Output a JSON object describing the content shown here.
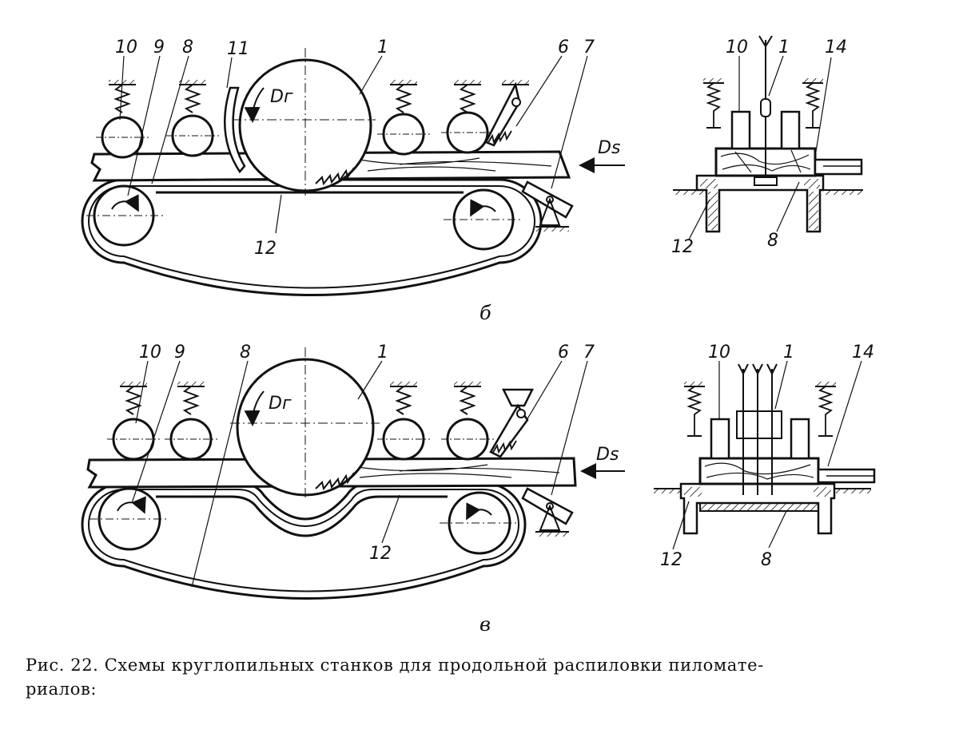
{
  "views": {
    "b": "б",
    "v": "в"
  },
  "labels": {
    "saw": "1",
    "claw": "6",
    "lever": "7",
    "belt": "8",
    "pulley": "9",
    "roller": "10",
    "guide": "11",
    "table": "12",
    "fence": "14",
    "belt_section": "8",
    "rotation": "Dг",
    "feed": "Ds"
  },
  "caption": {
    "line1": "Рис. 22. Схемы круглопильных станков для продольной распиловки пиломате-",
    "line2": "риалов:"
  }
}
